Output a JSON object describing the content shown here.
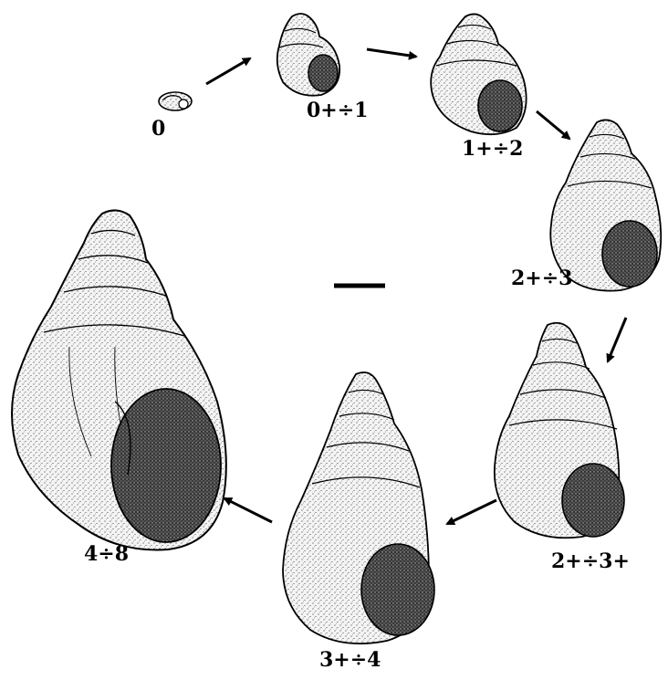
{
  "figure": {
    "stages": [
      {
        "id": "s0",
        "label": "0"
      },
      {
        "id": "s1",
        "label": "0+÷1"
      },
      {
        "id": "s2",
        "label": "1+÷2"
      },
      {
        "id": "s3",
        "label": "2+÷3"
      },
      {
        "id": "s4",
        "label": "2+÷3+"
      },
      {
        "id": "s5",
        "label": "3+÷4"
      },
      {
        "id": "s6",
        "label": "4÷8"
      }
    ]
  },
  "colors": {
    "ink": "#000000",
    "paper": "#ffffff",
    "shell_fill": "#f4f4f4",
    "aperture_fill": "#2a2a2a"
  }
}
